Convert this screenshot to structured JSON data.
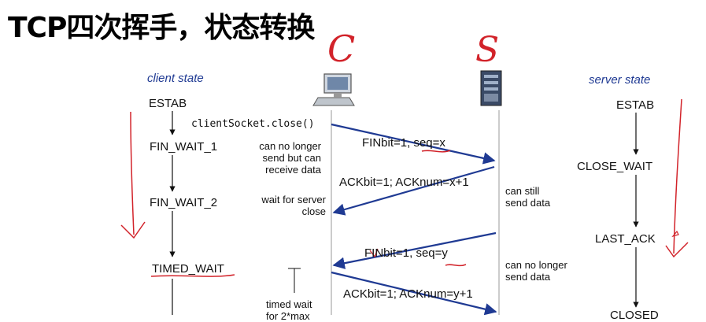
{
  "title": "TCP四次挥手，状态转换",
  "handwritten": {
    "client_mark": "C",
    "server_mark": "S"
  },
  "client": {
    "heading": "client state",
    "states": [
      "ESTAB",
      "FIN_WAIT_1",
      "FIN_WAIT_2",
      "TIMED_WAIT"
    ],
    "close_call": "clientSocket.close()",
    "notes": {
      "fin_wait_1": [
        "can no longer",
        "send but can",
        "receive data"
      ],
      "fin_wait_2": [
        "wait for server",
        "close"
      ],
      "timed_wait": [
        "timed wait",
        "for 2*max"
      ]
    }
  },
  "server": {
    "heading": "server state",
    "states": [
      "ESTAB",
      "CLOSE_WAIT",
      "LAST_ACK",
      "CLOSED"
    ],
    "notes": {
      "close_wait": [
        "can still",
        "send data"
      ],
      "last_ack": [
        "can no longer",
        "send data"
      ]
    }
  },
  "messages": [
    "FINbit=1, seq=x",
    "ACKbit=1; ACKnum=x+1",
    "FINbit=1, seq=y",
    "ACKbit=1; ACKnum=y+1"
  ],
  "colors": {
    "arrow": "#1f3a93",
    "annotation": "#d2232a",
    "heading": "#1f3a93"
  },
  "icons": {
    "client": "computer-icon",
    "server": "server-icon"
  }
}
